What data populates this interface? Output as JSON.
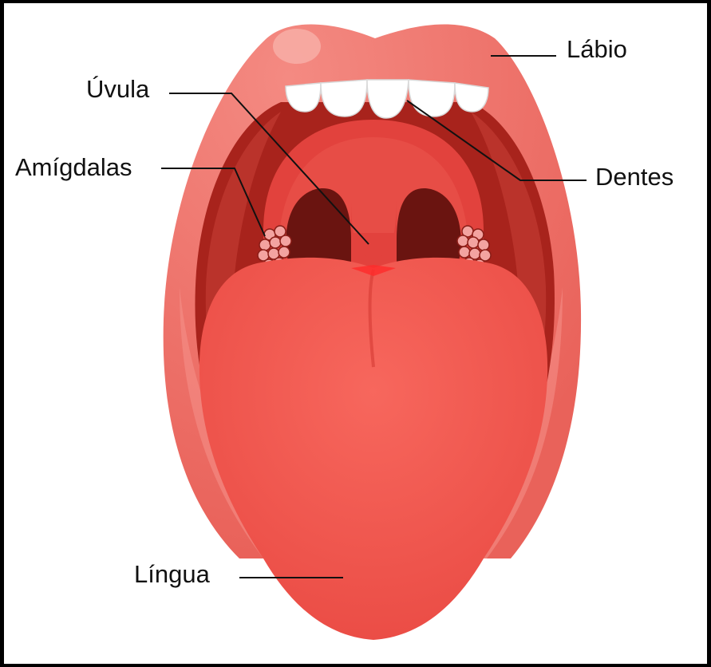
{
  "labels": {
    "labio": "Lábio",
    "uvula": "Úvula",
    "amigdalas": "Amígdalas",
    "dentes": "Dentes",
    "lingua": "Língua"
  },
  "colors": {
    "background": "#ffffff",
    "frame": "#000000",
    "lip": "#ec6a62",
    "lip_highlight": "#f7a39c",
    "mouth_cavity": "#a8231c",
    "throat": "#6a1410",
    "palate": "#e2423d",
    "tongue": "#f2574e",
    "teeth": "#ffffff",
    "tonsils": "#f3a3a0",
    "leader_line": "#111111"
  }
}
